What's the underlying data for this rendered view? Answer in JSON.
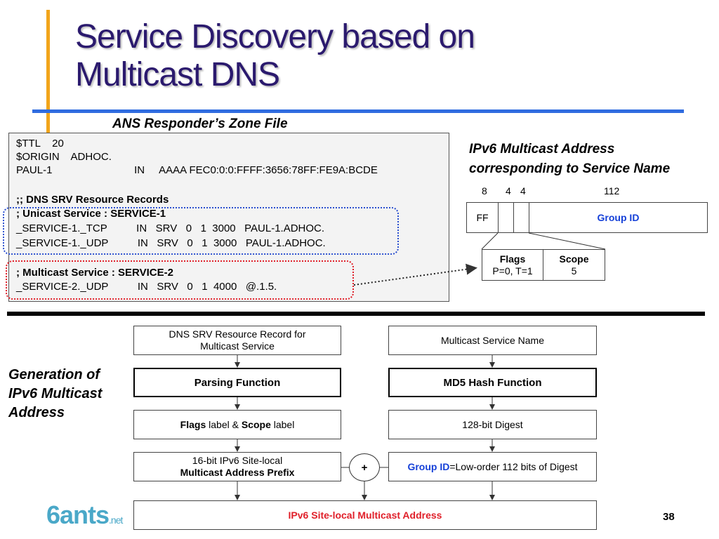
{
  "slide": {
    "title_line1": "Service Discovery based on",
    "title_line2": "Multicast DNS",
    "page_number": "38"
  },
  "zone_file": {
    "heading": "ANS Responder’s Zone File",
    "lines": [
      "$TTL    20",
      "$ORIGIN    ADHOC.",
      "PAUL-1                            IN     AAAA FEC0:0:0:FFFF:3656:78FF:FE9A:BCDE",
      "",
      ";; DNS SRV Resource Records",
      "; Unicast Service : SERVICE-1",
      "_SERVICE-1._TCP          IN   SRV   0   1  3000   PAUL-1.ADHOC.",
      "_SERVICE-1._UDP          IN   SRV   0   1  3000   PAUL-1.ADHOC.",
      "",
      "; Multicast Service : SERVICE-2",
      "_SERVICE-2._UDP          IN   SRV   0   1  4000   @.1.5."
    ]
  },
  "ipv6_address": {
    "heading_line1": "IPv6 Multicast Address",
    "heading_line2": "corresponding to Service Name",
    "bit_8": "8",
    "bit_4a": "4",
    "bit_4b": "4",
    "bit_112": "112",
    "ff": "FF",
    "group_id": "Group ID",
    "flags_label": "Flags",
    "flags_value": "P=0, T=1",
    "scope_label": "Scope",
    "scope_value": "5"
  },
  "generation": {
    "label_line1": "Generation of",
    "label_line2": "IPv6 Multicast",
    "label_line3": "Address",
    "srv_record_line1": "DNS SRV Resource Record for",
    "srv_record_line2": "Multicast Service",
    "parsing": "Parsing Function",
    "flags_word": "Flags",
    "label_and": " label & ",
    "scope_word": "Scope",
    "label_suffix": " label",
    "prefix_line1": "16-bit IPv6 Site-local",
    "prefix_line2": "Multicast Address Prefix",
    "service_name": "Multicast Service Name",
    "md5": "MD5 Hash Function",
    "digest": "128-bit Digest",
    "group_id_word": "Group ID",
    "group_id_rest": "=Low-order 112 bits of Digest",
    "plus": "+",
    "final": "IPv6 Site-local Multicast Address"
  },
  "logo": {
    "text_main": "6ants",
    "text_suffix": ".net"
  },
  "colors": {
    "title": "#2b1a6e",
    "accent_orange": "#f2a51b",
    "accent_blue_rule": "#2f6ce0",
    "group_id_blue": "#1540d8",
    "final_red": "#e0202a"
  }
}
